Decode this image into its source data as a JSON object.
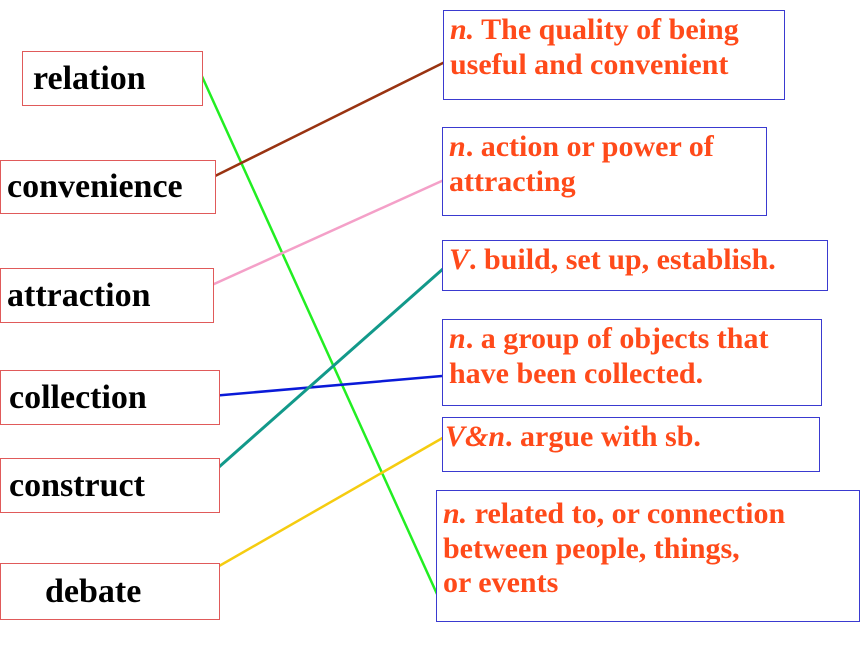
{
  "words": [
    {
      "id": "relation",
      "text": "relation"
    },
    {
      "id": "convenience",
      "text": "convenience"
    },
    {
      "id": "attraction",
      "text": "attraction"
    },
    {
      "id": "collection",
      "text": "collection"
    },
    {
      "id": "construct",
      "text": "construct"
    },
    {
      "id": "debate",
      "text": "debate"
    }
  ],
  "definitions": [
    {
      "id": "def-convenience",
      "pos": "n.",
      "lines": [
        " The quality of being",
        " useful and convenient"
      ]
    },
    {
      "id": "def-attraction",
      "pos": "n",
      "lines": [
        ". action or power of",
        "attracting"
      ]
    },
    {
      "id": "def-construct",
      "pos": "V",
      "lines": [
        ". build, set up, establish."
      ]
    },
    {
      "id": "def-collection",
      "pos": "n",
      "lines": [
        ". a group of objects that",
        "have been collected."
      ]
    },
    {
      "id": "def-debate",
      "pos": "V&n",
      "lines": [
        ". argue with sb."
      ]
    },
    {
      "id": "def-relation",
      "pos": "n.",
      "lines": [
        " related to, or connection",
        "between people, things,",
        " or events"
      ]
    }
  ],
  "links": [
    {
      "from": "relation",
      "to": "def-relation",
      "color": "#22ee22"
    },
    {
      "from": "convenience",
      "to": "def-convenience",
      "color": "#993311"
    },
    {
      "from": "attraction",
      "to": "def-attraction",
      "color": "#f4a0c8"
    },
    {
      "from": "collection",
      "to": "def-collection",
      "color": "#0a1ad8"
    },
    {
      "from": "construct",
      "to": "def-construct",
      "color": "#12998a"
    },
    {
      "from": "debate",
      "to": "def-debate",
      "color": "#f5cc10"
    }
  ]
}
